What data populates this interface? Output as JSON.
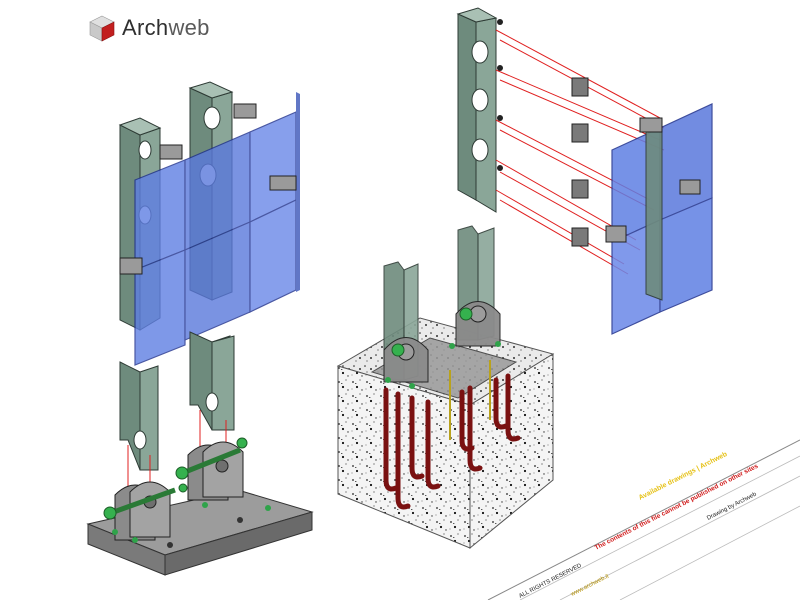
{
  "logo": {
    "brand": "Arch",
    "brand_light": "web"
  },
  "title_block": {
    "line1": "Available drawings | Archweb",
    "line2": "The contents of this file cannot be published on other sites",
    "line3": "ALL RIGHTS RESERVED",
    "line4": "Drawing by Archweb",
    "line5": "www.archweb.it"
  },
  "colors": {
    "glass": "#5b7fe0",
    "mullion": "#6f8a7e",
    "steel": "#8a8a8a",
    "rebar": "#7a1111",
    "bolt": "#2fa34a",
    "guide_line": "#e02020",
    "concrete": "#f2f2f2"
  }
}
